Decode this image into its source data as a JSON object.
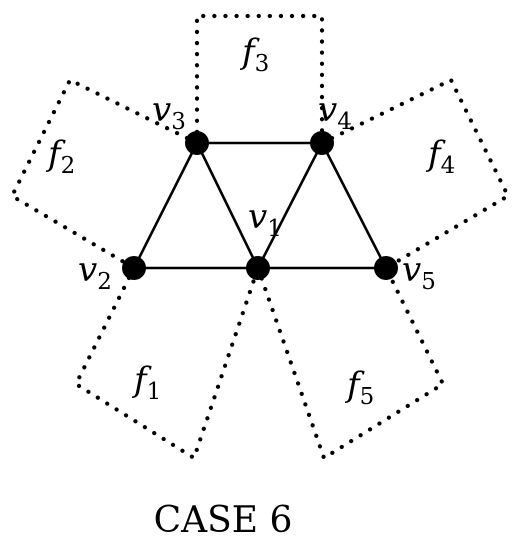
{
  "caption": "CASE 6",
  "vertices": [
    {
      "id": "v1",
      "base": "v",
      "sub": "1"
    },
    {
      "id": "v2",
      "base": "v",
      "sub": "2"
    },
    {
      "id": "v3",
      "base": "v",
      "sub": "3"
    },
    {
      "id": "v4",
      "base": "v",
      "sub": "4"
    },
    {
      "id": "v5",
      "base": "v",
      "sub": "5"
    }
  ],
  "faces": [
    {
      "id": "f1",
      "base": "f",
      "sub": "1"
    },
    {
      "id": "f2",
      "base": "f",
      "sub": "2"
    },
    {
      "id": "f3",
      "base": "f",
      "sub": "3"
    },
    {
      "id": "f4",
      "base": "f",
      "sub": "4"
    },
    {
      "id": "f5",
      "base": "f",
      "sub": "5"
    }
  ],
  "edges": [
    [
      "v2",
      "v3"
    ],
    [
      "v3",
      "v1"
    ],
    [
      "v3",
      "v4"
    ],
    [
      "v1",
      "v4"
    ],
    [
      "v4",
      "v5"
    ],
    [
      "v2",
      "v1"
    ],
    [
      "v1",
      "v5"
    ]
  ]
}
